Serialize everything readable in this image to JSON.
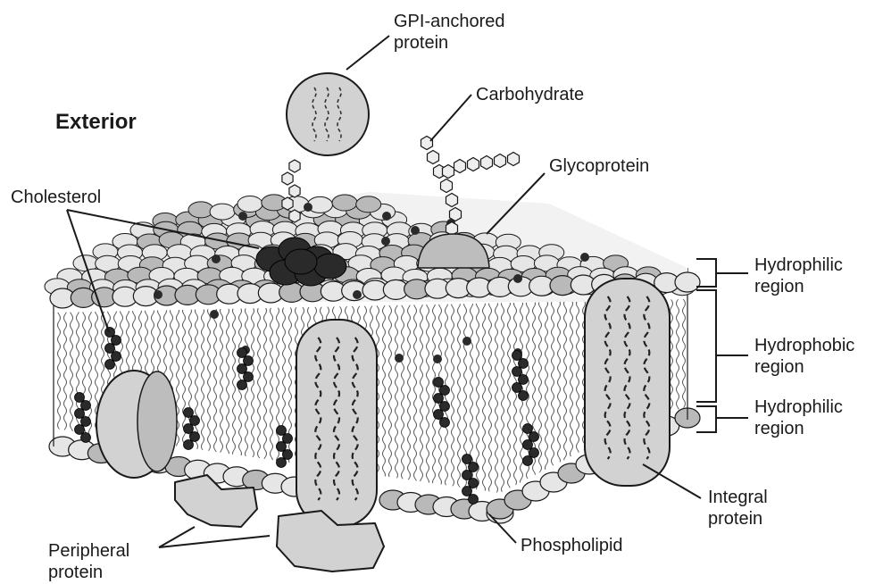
{
  "diagram": {
    "exterior_label": "Exterior",
    "labels": {
      "gpi_line1": "GPI-anchored",
      "gpi_line2": "protein",
      "carbohydrate": "Carbohydrate",
      "glycoprotein": "Glycoprotein",
      "cholesterol": "Cholesterol",
      "hydrophilic_top_line1": "Hydrophilic",
      "hydrophilic_top_line2": "region",
      "hydrophobic_line1": "Hydrophobic",
      "hydrophobic_line2": "region",
      "hydrophilic_bottom_line1": "Hydrophilic",
      "hydrophilic_bottom_line2": "region",
      "integral_line1": "Integral",
      "integral_line2": "protein",
      "peripheral_line1": "Peripheral",
      "peripheral_line2": "protein",
      "phospholipid": "Phospholipid"
    },
    "colors": {
      "ink": "#1a1a1a",
      "head_light": "#e6e6e6",
      "head_mid": "#b9b9b9",
      "head_dark": "#8c8c8c",
      "protein_fill": "#d2d2d2",
      "cholesterol": "#2a2a2a"
    }
  }
}
